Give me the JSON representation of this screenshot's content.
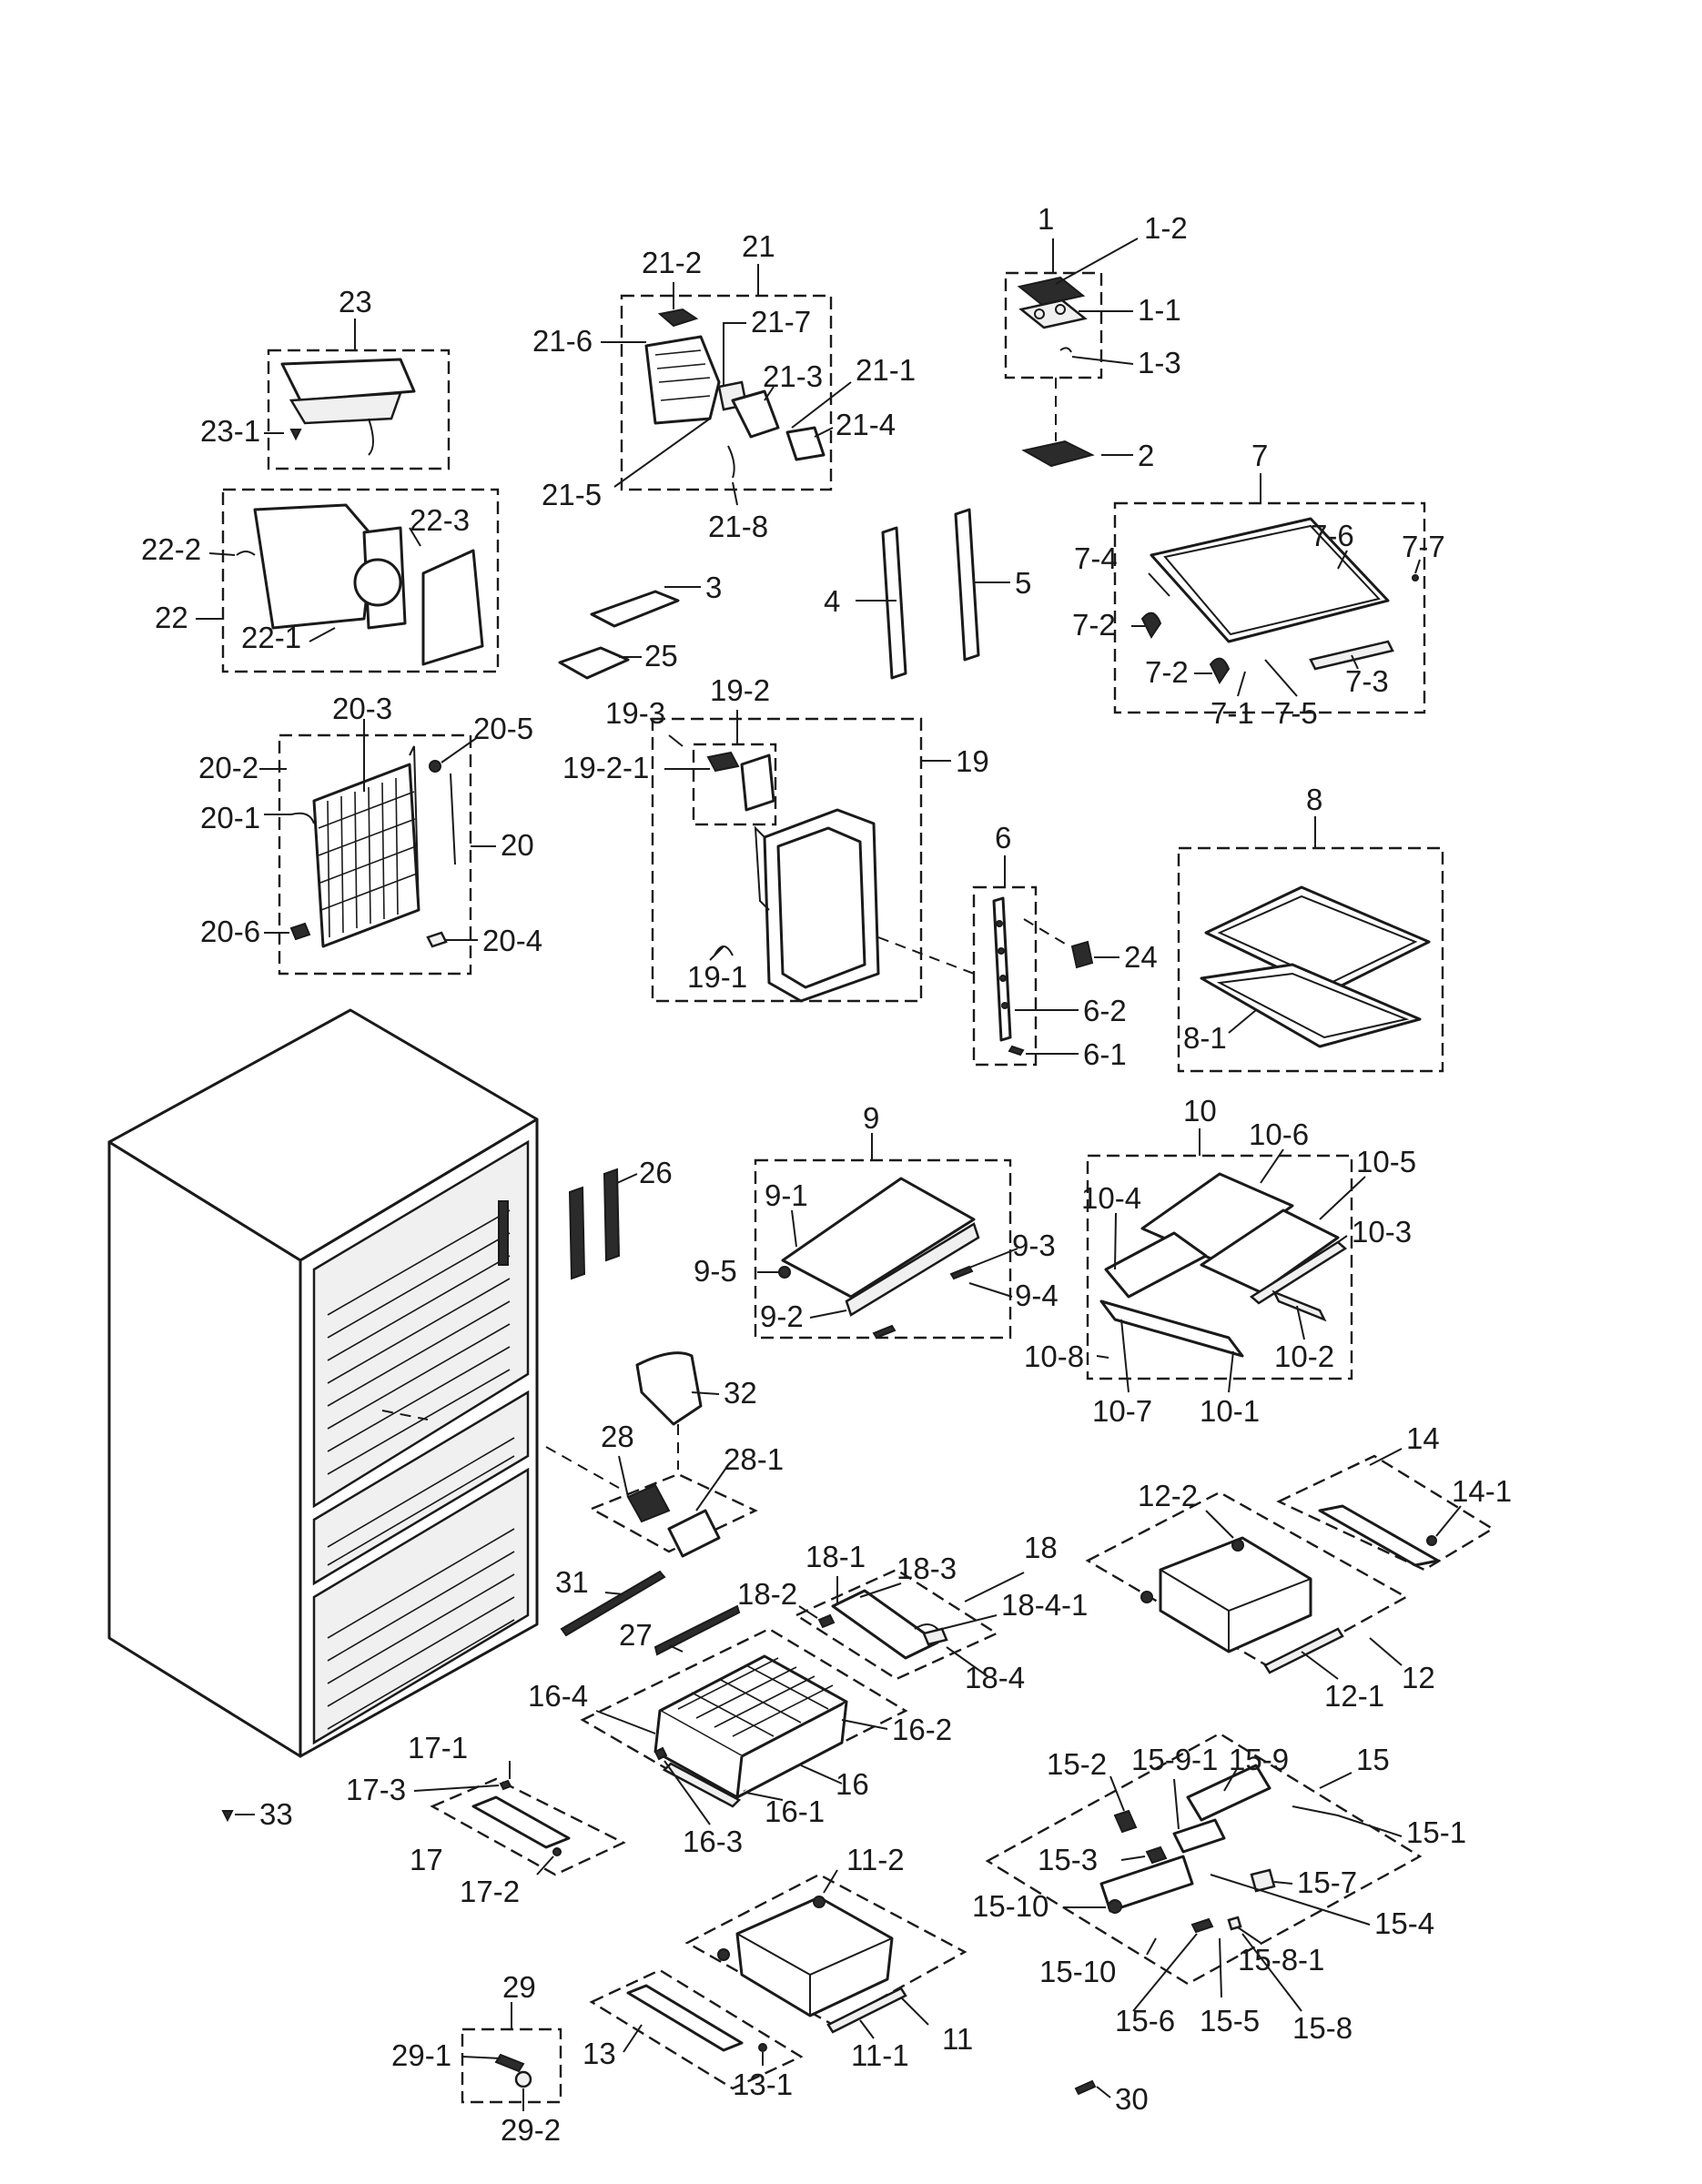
{
  "labels": {
    "p1": "1",
    "p1_1": "1-1",
    "p1_2": "1-2",
    "p1_3": "1-3",
    "p2": "2",
    "p3": "3",
    "p4": "4",
    "p5": "5",
    "p6": "6",
    "p6_1": "6-1",
    "p6_2": "6-2",
    "p7": "7",
    "p7_1": "7-1",
    "p7_2a": "7-2",
    "p7_2b": "7-2",
    "p7_3": "7-3",
    "p7_4": "7-4",
    "p7_5": "7-5",
    "p7_6": "7-6",
    "p7_7": "7-7",
    "p8": "8",
    "p8_1": "8-1",
    "p9": "9",
    "p9_1": "9-1",
    "p9_2": "9-2",
    "p9_3": "9-3",
    "p9_4": "9-4",
    "p9_5": "9-5",
    "p10": "10",
    "p10_1": "10-1",
    "p10_2": "10-2",
    "p10_3": "10-3",
    "p10_4": "10-4",
    "p10_5": "10-5",
    "p10_6": "10-6",
    "p10_7": "10-7",
    "p10_8": "10-8",
    "p11": "11",
    "p11_1": "11-1",
    "p11_2": "11-2",
    "p12": "12",
    "p12_1": "12-1",
    "p12_2": "12-2",
    "p13": "13",
    "p13_1": "13-1",
    "p14": "14",
    "p14_1": "14-1",
    "p15": "15",
    "p15_1": "15-1",
    "p15_2": "15-2",
    "p15_3": "15-3",
    "p15_4": "15-4",
    "p15_5": "15-5",
    "p15_6": "15-6",
    "p15_7": "15-7",
    "p15_8": "15-8",
    "p15_8_1": "15-8-1",
    "p15_9": "15-9",
    "p15_9_1": "15-9-1",
    "p15_10a": "15-10",
    "p15_10b": "15-10",
    "p16": "16",
    "p16_1": "16-1",
    "p16_2": "16-2",
    "p16_3": "16-3",
    "p16_4": "16-4",
    "p17": "17",
    "p17_1": "17-1",
    "p17_2": "17-2",
    "p17_3": "17-3",
    "p18": "18",
    "p18_1": "18-1",
    "p18_2": "18-2",
    "p18_3": "18-3",
    "p18_4": "18-4",
    "p18_4_1": "18-4-1",
    "p19": "19",
    "p19_1": "19-1",
    "p19_2": "19-2",
    "p19_2_1": "19-2-1",
    "p19_3": "19-3",
    "p20": "20",
    "p20_1": "20-1",
    "p20_2": "20-2",
    "p20_3": "20-3",
    "p20_4": "20-4",
    "p20_5": "20-5",
    "p20_6": "20-6",
    "p21": "21",
    "p21_1": "21-1",
    "p21_2": "21-2",
    "p21_3": "21-3",
    "p21_4": "21-4",
    "p21_5": "21-5",
    "p21_6": "21-6",
    "p21_7": "21-7",
    "p21_8": "21-8",
    "p22": "22",
    "p22_1": "22-1",
    "p22_2": "22-2",
    "p22_3": "22-3",
    "p23": "23",
    "p23_1": "23-1",
    "p24": "24",
    "p25": "25",
    "p26": "26",
    "p27": "27",
    "p28": "28",
    "p28_1": "28-1",
    "p29": "29",
    "p29_1": "29-1",
    "p29_2": "29-2",
    "p30": "30",
    "p31": "31",
    "p32": "32",
    "p33": "33"
  }
}
